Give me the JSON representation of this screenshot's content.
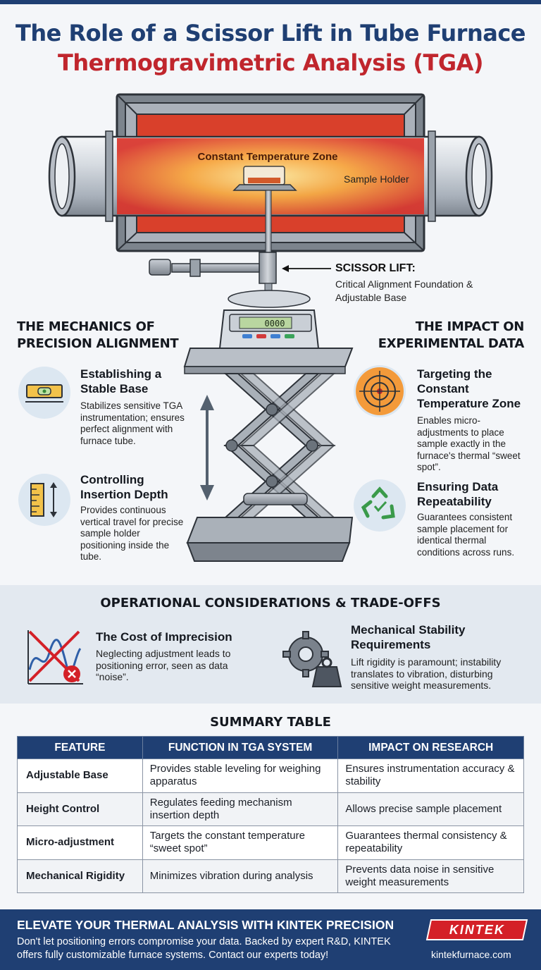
{
  "title": {
    "line1": "The Role of a Scissor Lift in Tube Furnace",
    "line2": "Thermogravimetric Analysis (TGA)"
  },
  "illustration": {
    "zone_label": "Constant Temperature Zone",
    "holder_label": "Sample Holder",
    "balance_display": "0000",
    "lift_title": "SCISSOR LIFT:",
    "lift_subtitle": "Critical Alignment Foundation & Adjustable Base"
  },
  "mechanics": {
    "heading": "THE MECHANICS OF PRECISION ALIGNMENT",
    "items": [
      {
        "icon": "level-icon",
        "title": "Establishing a Stable Base",
        "desc": "Stabilizes sensitive TGA instrumentation; ensures perfect alignment with furnace tube."
      },
      {
        "icon": "ruler-icon",
        "title": "Controlling Insertion Depth",
        "desc": "Provides continuous vertical travel for precise sample holder positioning inside the tube."
      }
    ]
  },
  "impact": {
    "heading": "THE IMPACT ON EXPERIMENTAL DATA",
    "items": [
      {
        "icon": "target-icon",
        "title": "Targeting the Constant Temperature Zone",
        "desc": "Enables micro-adjustments to place sample exactly in the furnace's thermal “sweet spot”."
      },
      {
        "icon": "recycle-icon",
        "title": "Ensuring Data Repeatability",
        "desc": "Guarantees consistent sample placement for identical thermal conditions across runs."
      }
    ]
  },
  "operations": {
    "heading": "OPERATIONAL CONSIDERATIONS & TRADE-OFFS",
    "items": [
      {
        "icon": "noisy-chart-icon",
        "title": "The Cost of Imprecision",
        "desc": "Neglecting adjustment leads to positioning error, seen as data “noise”."
      },
      {
        "icon": "gear-weight-icon",
        "title": "Mechanical Stability Requirements",
        "desc": "Lift rigidity is paramount; instability translates to vibration, disturbing sensitive weight measurements."
      }
    ]
  },
  "summary": {
    "heading": "SUMMARY TABLE",
    "columns": [
      "FEATURE",
      "FUNCTION IN TGA SYSTEM",
      "IMPACT ON RESEARCH"
    ],
    "rows": [
      [
        "Adjustable Base",
        "Provides stable leveling for weighing apparatus",
        "Ensures instrumentation accuracy & stability"
      ],
      [
        "Height Control",
        "Regulates feeding mechanism insertion depth",
        "Allows precise sample placement"
      ],
      [
        "Micro-adjustment",
        "Targets the constant temperature “sweet spot”",
        "Guarantees thermal consistency & repeatability"
      ],
      [
        "Mechanical Rigidity",
        "Minimizes vibration during analysis",
        "Prevents data noise in sensitive weight measurements"
      ]
    ]
  },
  "footer": {
    "title": "ELEVATE YOUR THERMAL ANALYSIS WITH KINTEK PRECISION",
    "text": "Don't let positioning errors compromise your data. Backed by expert R&D, KINTEK offers fully customizable furnace systems. Contact our experts today!",
    "logo": "KINTEK",
    "site": "kintekfurnace.com"
  },
  "colors": {
    "navy": "#1f3f73",
    "red": "#c0262d",
    "hot_orange": "#f39a3a"
  }
}
